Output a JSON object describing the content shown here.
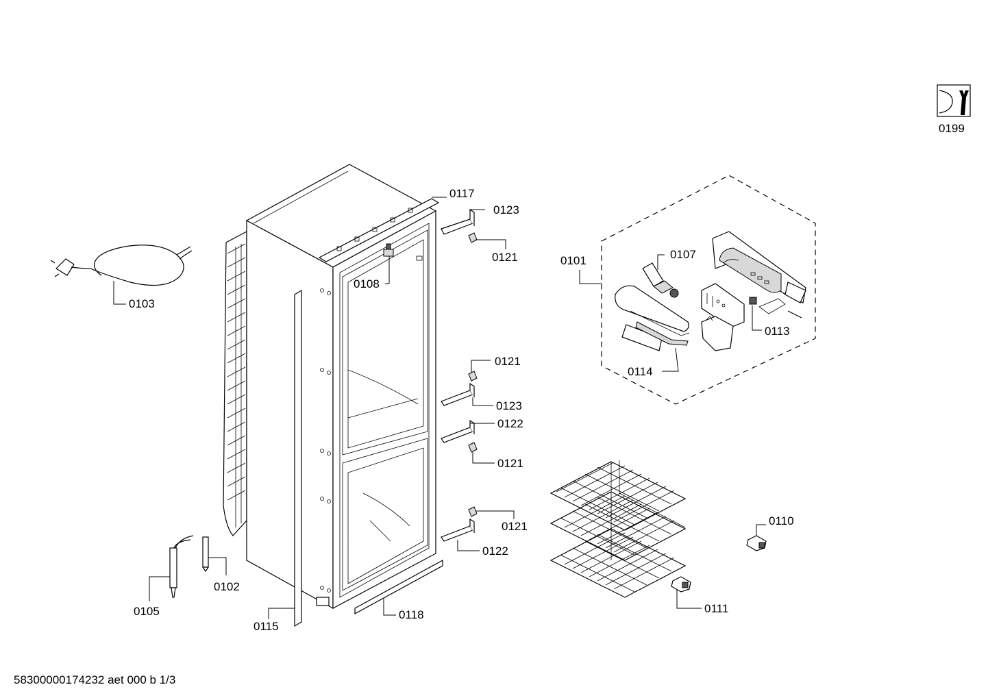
{
  "service_icon": {
    "name": "service-wrench-icon",
    "label": "0199"
  },
  "parts": {
    "p0101": "0101",
    "p0102": "0102",
    "p0103": "0103",
    "p0105": "0105",
    "p0107": "0107",
    "p0108": "0108",
    "p0110": "0110",
    "p0111": "0111",
    "p0113": "0113",
    "p0114": "0114",
    "p0115": "0115",
    "p0117": "0117",
    "p0118": "0118",
    "p0121": "0121",
    "p0122": "0122",
    "p0123": "0123"
  },
  "footer": {
    "code": "58300000174232 aet 000 b 1/3"
  }
}
